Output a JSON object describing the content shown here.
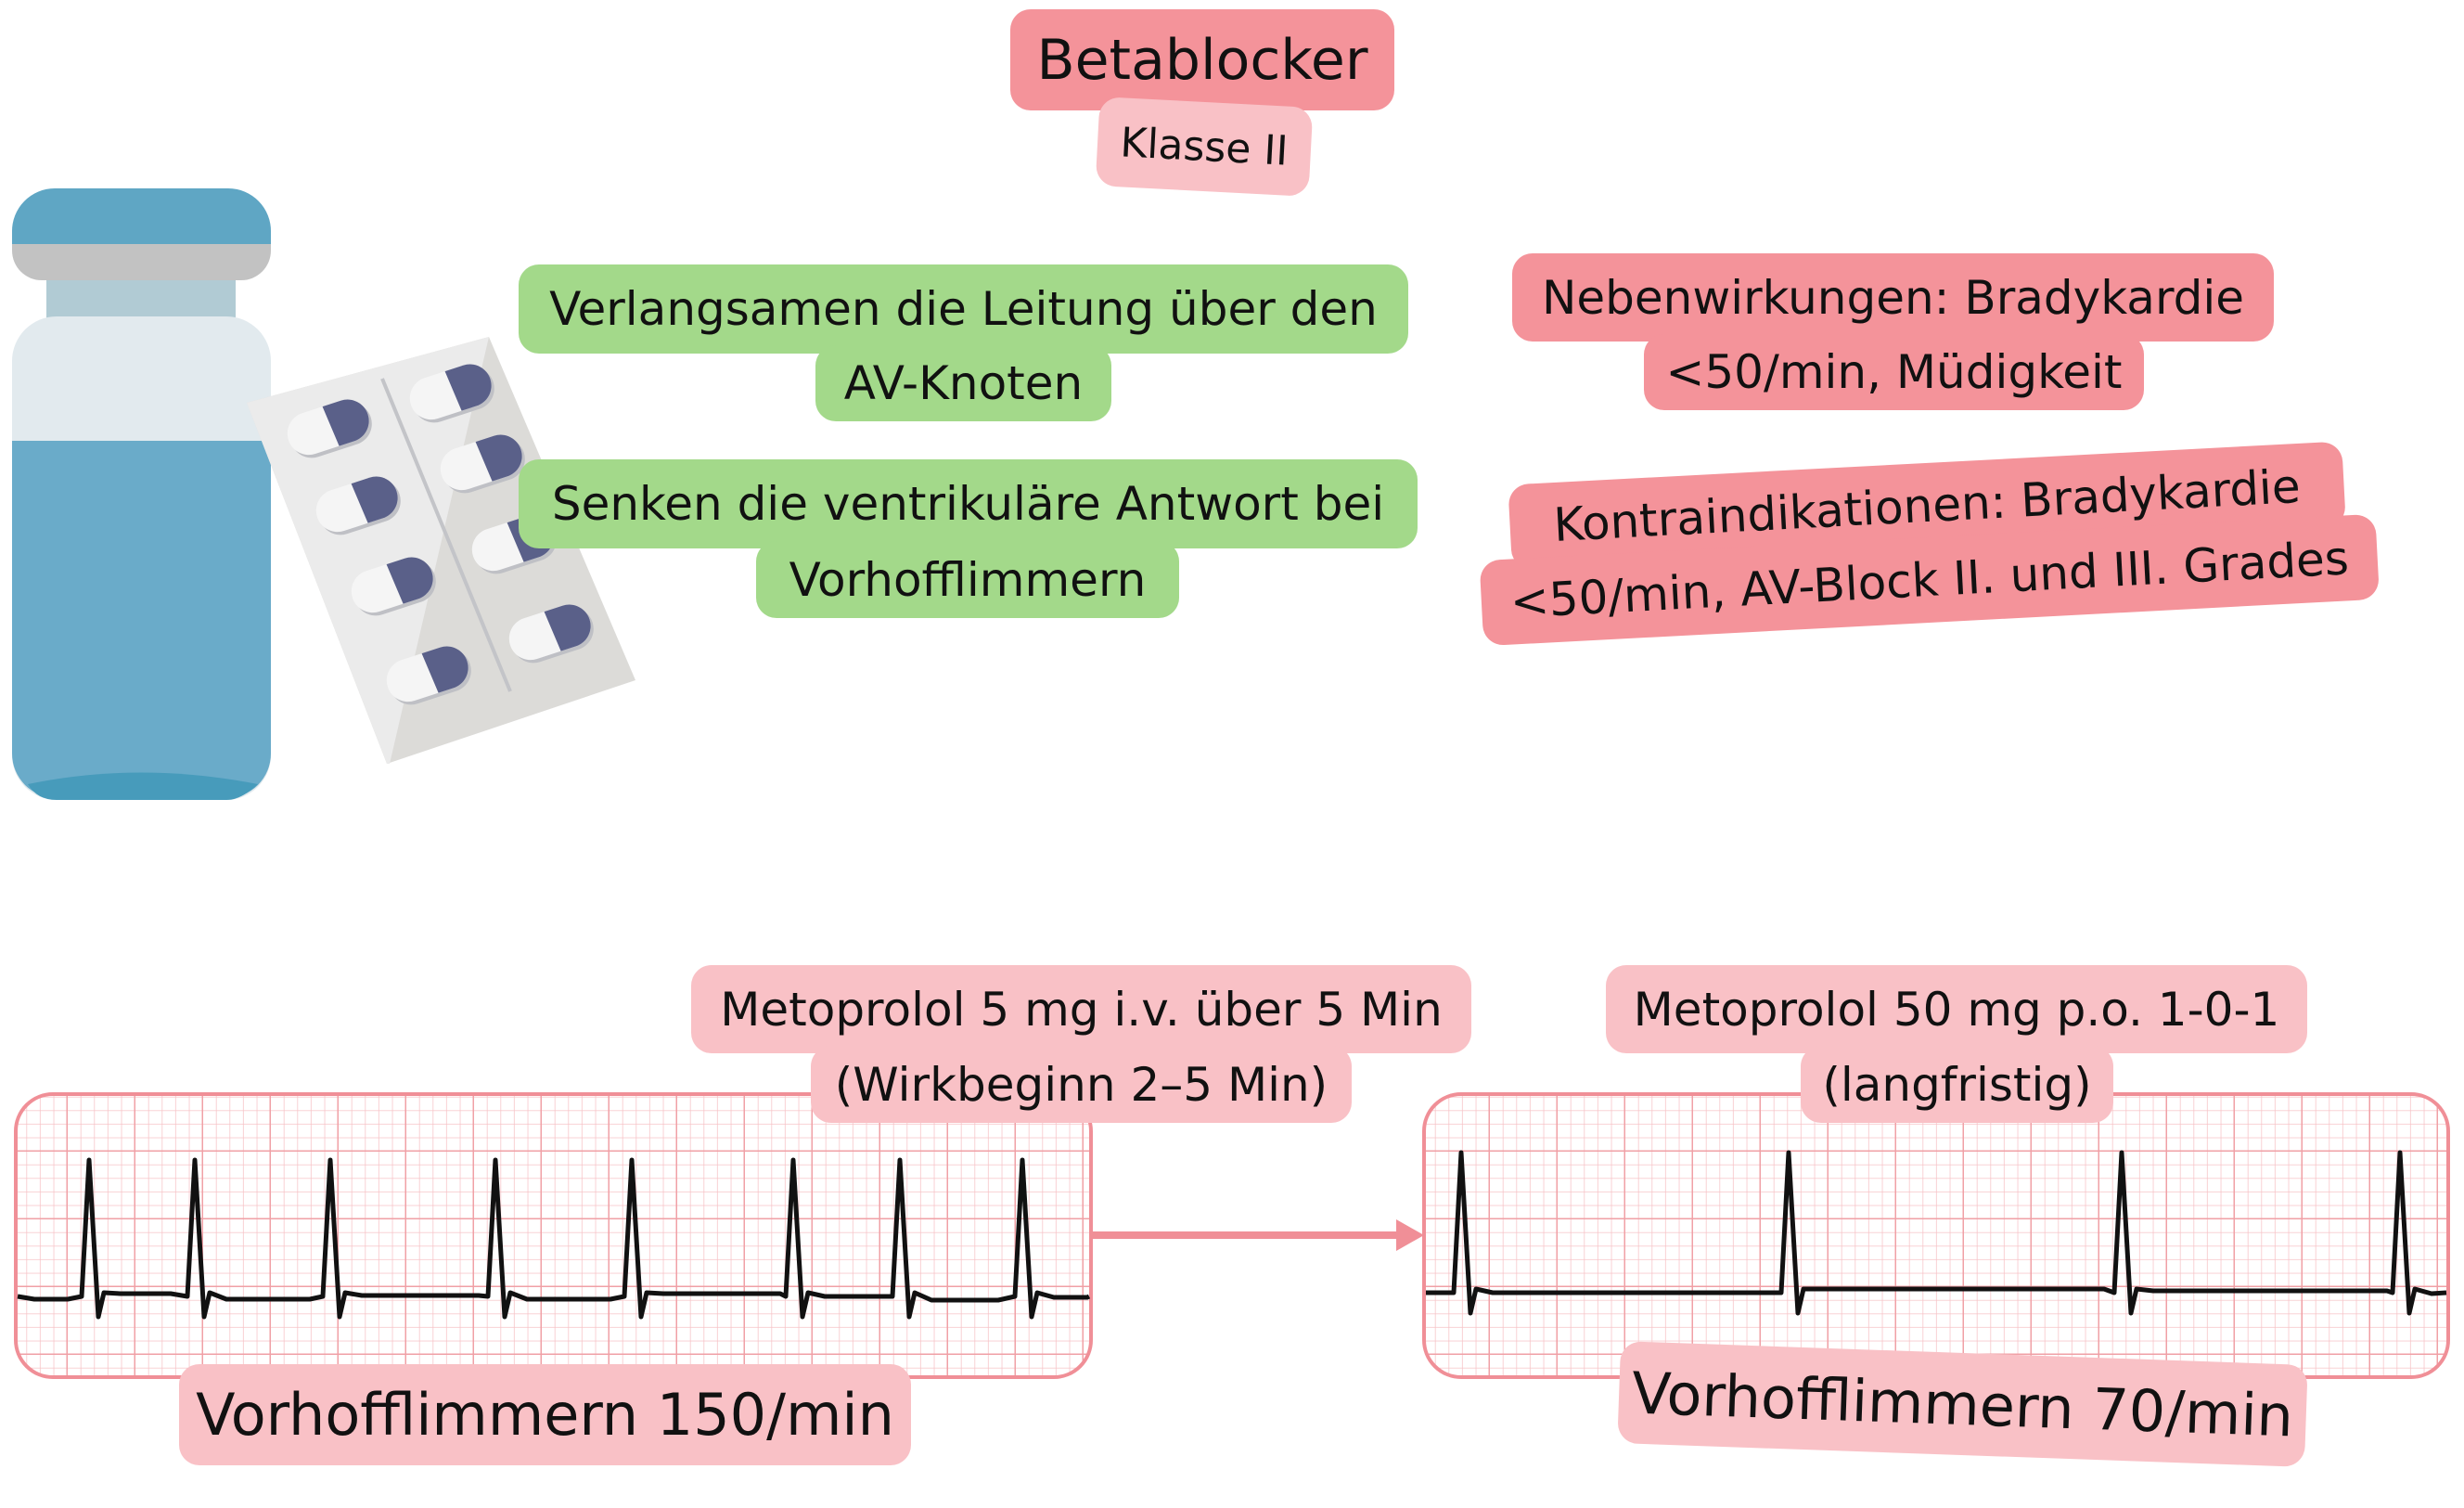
{
  "title": "Betablocker",
  "subtitle": "Klasse II",
  "effects": [
    {
      "line1": "Verlangsamen die Leitung über den",
      "line2": "AV-Knoten"
    },
    {
      "line1": "Senken die ventrikuläre Antwort bei",
      "line2": "Vorhofflimmern"
    }
  ],
  "side_effects": {
    "line1": "Nebenwirkungen: Bradykardie",
    "line2": "<50/min, Müdigkeit"
  },
  "contraindications": {
    "line1": "Kontraindikationen: Bradykardie",
    "line2": "<50/min, AV-Block II. und III. Grades"
  },
  "acute_dose": {
    "line1": "Metoprolol 5 mg i.v. über 5 Min",
    "line2": "(Wirkbeginn 2–5 Min)"
  },
  "long_term_dose": {
    "line1": "Metoprolol 50 mg p.o. 1-0-1",
    "line2": "(langfristig)"
  },
  "ecg_before_label": "Vorhofflimmern 150/min",
  "ecg_after_label": "Vorhofflimmern 70/min",
  "colors": {
    "red": "#f4939a",
    "pink": "#f9c1c6",
    "green": "#a3d98a",
    "grid": "#f08f97",
    "vial": "#6aabc9",
    "pill": "#5a6089"
  },
  "icons": [
    "medicine-vial-icon",
    "blister-pack-icon",
    "arrow-right-icon"
  ]
}
